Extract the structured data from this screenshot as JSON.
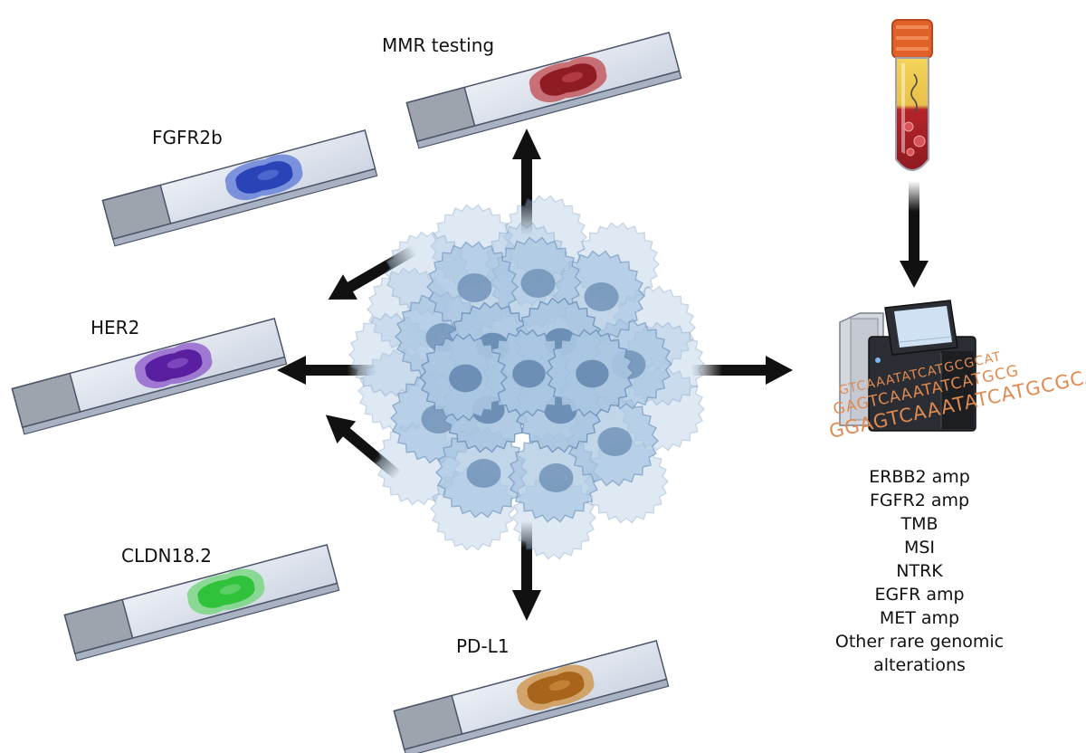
{
  "slides": [
    {
      "id": "mmr",
      "label": "MMR testing",
      "stain_color": "#8f1c22",
      "stain_edge": "#c0474d"
    },
    {
      "id": "fgfr2b",
      "label": "FGFR2b",
      "stain_color": "#2a44b8",
      "stain_edge": "#5a75d6"
    },
    {
      "id": "her2",
      "label": "HER2",
      "stain_color": "#5a1fa0",
      "stain_edge": "#8a55c8"
    },
    {
      "id": "cldn",
      "label": "CLDN18.2",
      "stain_color": "#2fc23a",
      "stain_edge": "#6ed476"
    },
    {
      "id": "pdl1",
      "label": "PD-L1",
      "stain_color": "#a8641a",
      "stain_edge": "#cf8f3e"
    }
  ],
  "sequencer": {
    "dna_lines": [
      "GTCAAATATCATGCGCAT",
      "GAGTCAAATATCATGCG",
      "GGAGTCAAATATCATGCGCAT"
    ],
    "text_color": "#e08a50"
  },
  "alterations": [
    "ERBB2 amp",
    "FGFR2 amp",
    "TMB",
    "MSI",
    "NTRK",
    "EGFR amp",
    "MET amp",
    "Other rare genomic",
    "alterations"
  ],
  "colors": {
    "cell_fill": "#a9c6e2",
    "cell_stroke": "#6f93bd",
    "nucleus": "#6d8fb5",
    "arrow": "#111111",
    "glass": "#dde3ee",
    "glass_edge": "#4b5567",
    "frosted": "#9ea4ae",
    "tube_cap": "#e0602a"
  }
}
